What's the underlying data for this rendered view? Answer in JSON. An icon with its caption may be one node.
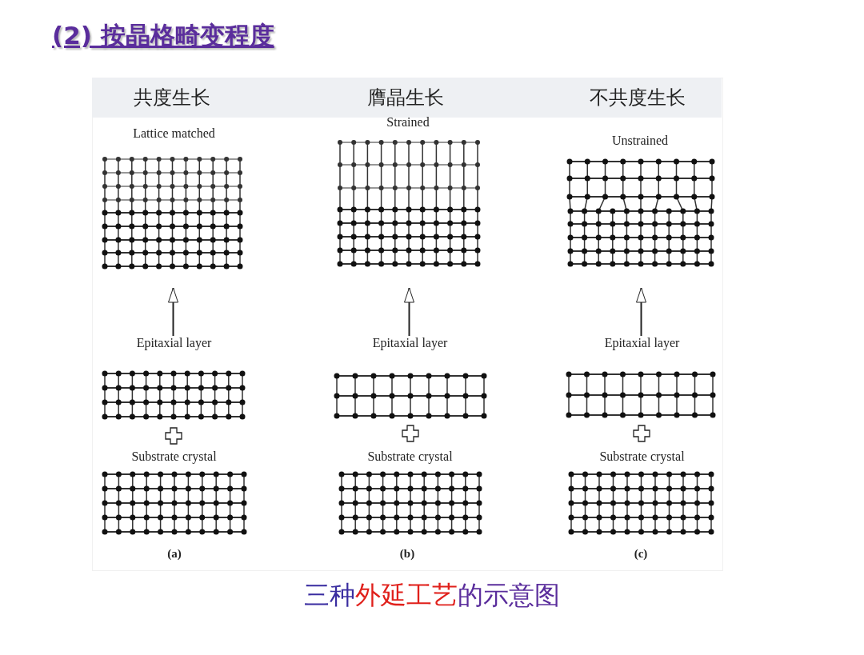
{
  "diagram": {
    "title": "(2) 按晶格畸变程度",
    "caption": "三种外延工艺的示意图",
    "nodes": [
      {
        "text": [
          "Lattice matched"
        ]
      },
      {
        "text": [
          "Epitaxial layer"
        ]
      },
      {
        "text": [
          "Substrate crystal"
        ]
      },
      {
        "text": [
          "Strained"
        ]
      },
      {
        "text": [
          "Epitaxial layer"
        ]
      },
      {
        "text": [
          "Substrate crystal"
        ]
      },
      {
        "text": [
          "Unstrained"
        ]
      },
      {
        "text": [
          "Epitaxial layer"
        ]
      },
      {
        "text": [
          "Substrate crystal"
        ]
      }
    ],
    "edges": [
      {
        "from": 1,
        "to": 0,
        "arrow": "to"
      },
      {
        "from": 4,
        "to": 3,
        "arrow": "to"
      },
      {
        "from": 7,
        "to": 6,
        "arrow": "to"
      }
    ],
    "labels": [
      "共度生长",
      "膺晶生长",
      "不共度生长",
      "(a)",
      "(b)",
      "(c)"
    ]
  }
}
